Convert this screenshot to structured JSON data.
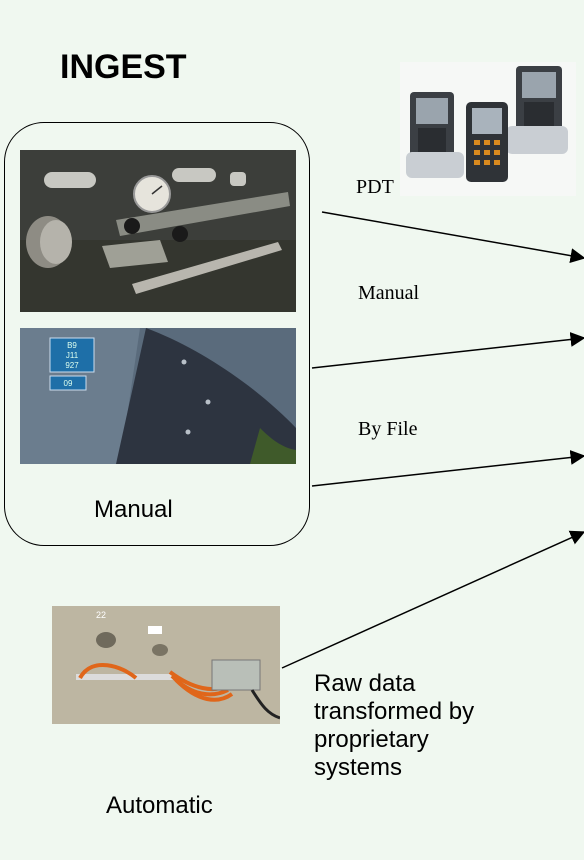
{
  "title": "INGEST",
  "labels": {
    "pdt": "PDT",
    "manual_link": "Manual",
    "by_file": "By File",
    "manual_caption": "Manual",
    "automatic_caption": "Automatic",
    "raw_data": "Raw data\ntransformed by\nproprietary\nsystems"
  },
  "colors": {
    "background": "#f0f8f0",
    "arrow": "#000000",
    "cable": "#e0661a"
  },
  "wall_tag": {
    "lines": [
      "B9",
      "J11",
      "927"
    ],
    "small": "09"
  },
  "sensor_marker": "22"
}
